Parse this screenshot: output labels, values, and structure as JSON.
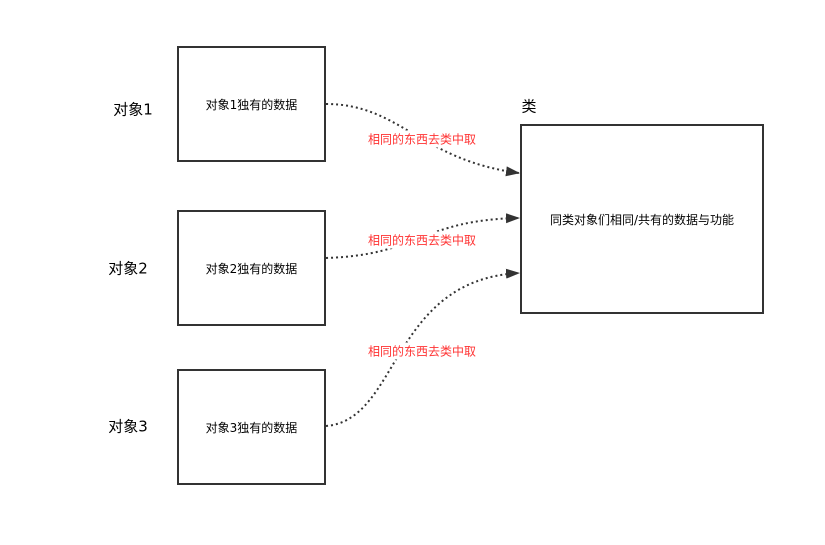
{
  "objects": [
    {
      "label": "对象1",
      "box_text": "对象1独有的数据"
    },
    {
      "label": "对象2",
      "box_text": "对象2独有的数据"
    },
    {
      "label": "对象3",
      "box_text": "对象3独有的数据"
    }
  ],
  "class": {
    "label": "类",
    "box_text": "同类对象们相同/共有的数据与功能"
  },
  "edges": [
    {
      "from": "对象1",
      "to": "类",
      "label": "相同的东西去类中取"
    },
    {
      "from": "对象2",
      "to": "类",
      "label": "相同的东西去类中取"
    },
    {
      "from": "对象3",
      "to": "类",
      "label": "相同的东西去类中取"
    }
  ],
  "colors": {
    "edge_label": "#ff3333",
    "stroke": "#333333"
  }
}
